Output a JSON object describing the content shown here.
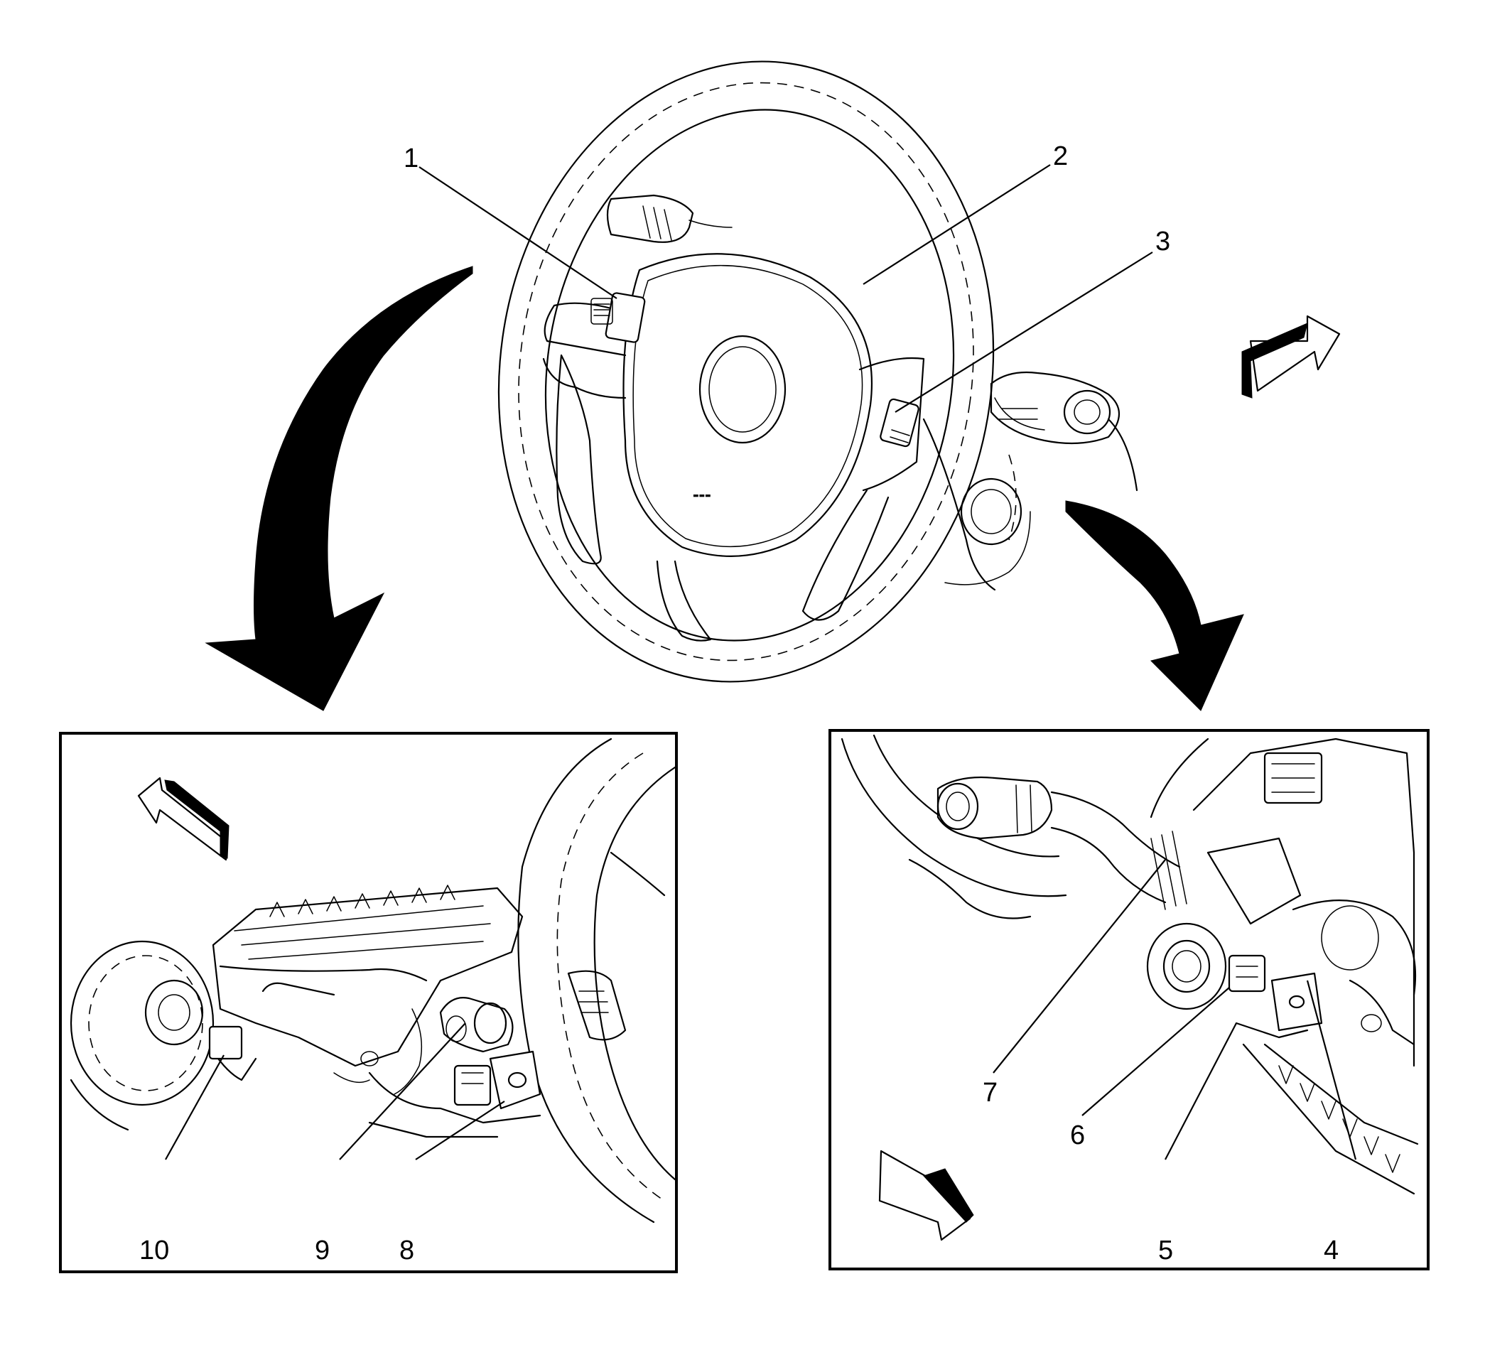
{
  "callouts": {
    "c1": "1",
    "c2": "2",
    "c3": "3",
    "c4": "4",
    "c5": "5",
    "c6": "6",
    "c7": "7",
    "c8": "8",
    "c9": "9",
    "c10": "10"
  },
  "icons": {
    "main_view": "steering-wheel-icon",
    "detail_left": "steering-column-left-detail",
    "detail_right": "steering-column-right-detail",
    "view_arrow_left": "curved-down-arrow-icon",
    "view_arrow_right": "curved-down-arrow-icon",
    "direction_arrows": "forward-direction-arrow-icon"
  },
  "colors": {
    "line": "#000000",
    "background": "#ffffff"
  }
}
